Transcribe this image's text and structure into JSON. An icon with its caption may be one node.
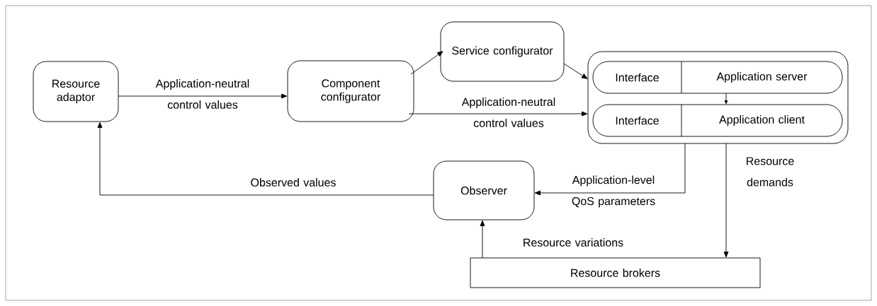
{
  "diagram": {
    "nodes": [
      {
        "text": [
          "Resource adaptor"
        ]
      },
      {
        "text": [
          "Component configurator"
        ]
      },
      {
        "text": [
          "Service configurator"
        ]
      },
      {
        "text": [],
        "shape": "box"
      },
      {
        "text": [
          "Interface"
        ],
        "in": 3
      },
      {
        "text": [
          "Application server"
        ],
        "in": 3
      },
      {
        "text": [
          "Interface"
        ],
        "in": 3
      },
      {
        "text": [
          "Application client"
        ],
        "in": 3
      },
      {
        "text": [
          "Observer"
        ]
      },
      {
        "text": [
          "Resource brokers"
        ]
      }
    ],
    "edges": [
      {
        "from": 0,
        "to": 1,
        "arrow": "to",
        "label": "Application-neutral control values"
      },
      {
        "from": 1,
        "to": 2,
        "arrow": "to"
      },
      {
        "from": 1,
        "to": 3,
        "arrow": "to",
        "label": "Application-neutral control values"
      },
      {
        "from": 2,
        "to": 3,
        "arrow": "to"
      },
      {
        "from": 5,
        "to": 7,
        "arrow": "to"
      },
      {
        "from": 3,
        "to": 8,
        "arrow": "to",
        "label": "Application-level QoS parameters"
      },
      {
        "from": 3,
        "to": 9,
        "arrow": "to",
        "label": "Resource demands"
      },
      {
        "from": 9,
        "to": 8,
        "arrow": "to",
        "label": "Resource variations"
      },
      {
        "from": 8,
        "to": 0,
        "arrow": "to",
        "label": "Observed values"
      }
    ]
  }
}
